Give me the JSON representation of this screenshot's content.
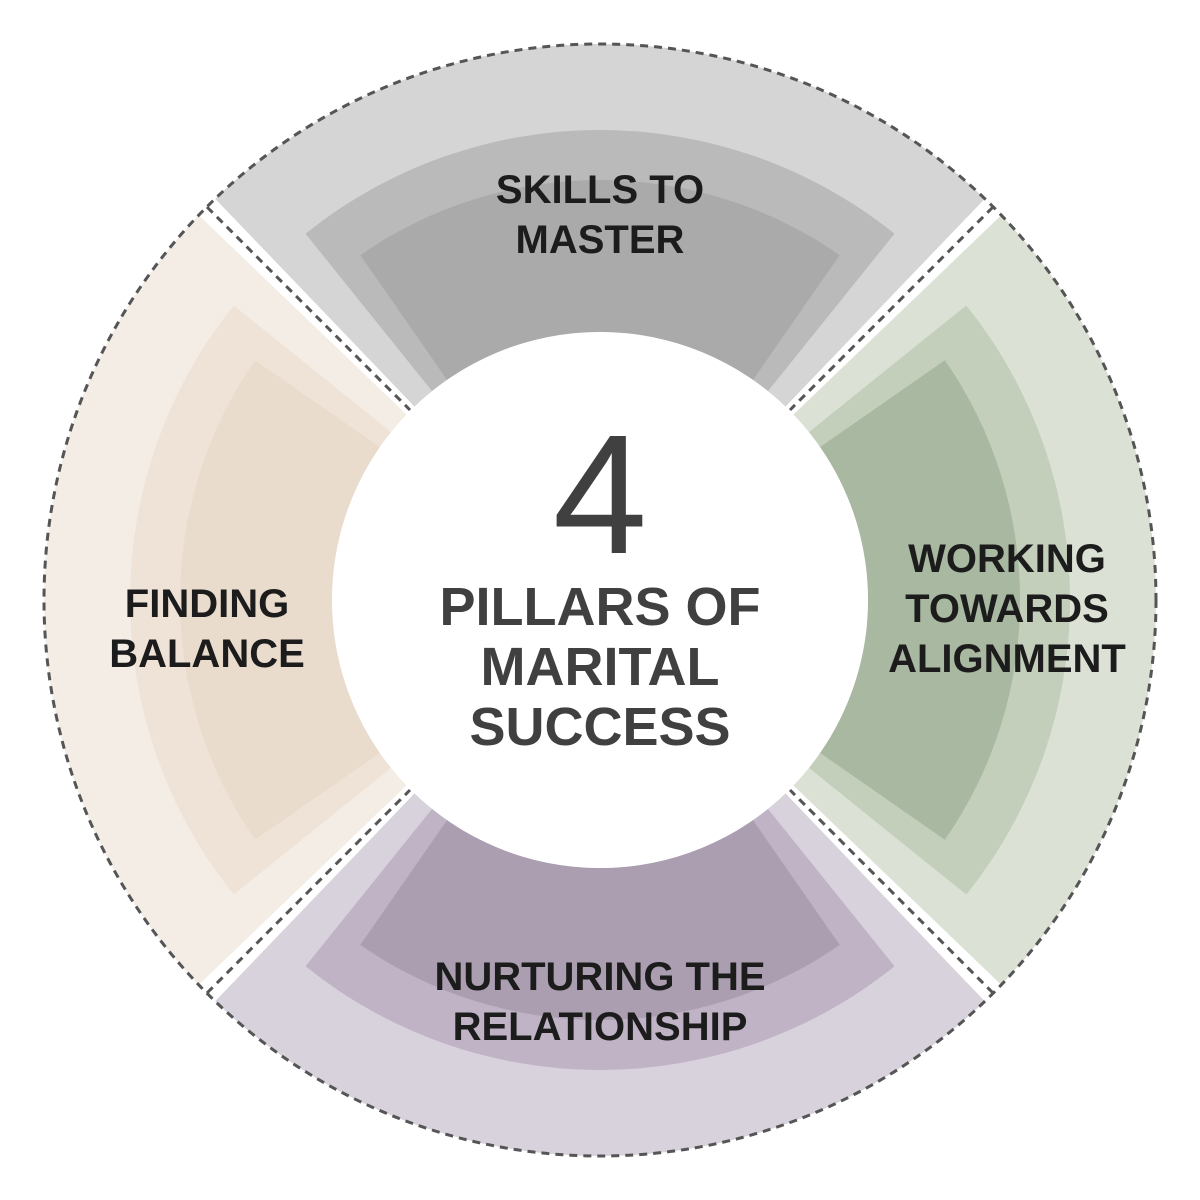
{
  "diagram": {
    "center": {
      "number": "4",
      "title_lines": [
        "PILLARS OF",
        "MARITAL",
        "SUCCESS"
      ]
    },
    "segments": [
      {
        "id": "top",
        "lines": [
          "SKILLS TO",
          "MASTER"
        ],
        "colors": {
          "outer": "#d5d5d5",
          "mid": "#bababa",
          "inner": "#aaaaaa"
        }
      },
      {
        "id": "right",
        "lines": [
          "WORKING",
          "TOWARDS",
          "ALIGNMENT"
        ],
        "colors": {
          "outer": "#dbe2d5",
          "mid": "#c3cebb",
          "inner": "#a9b8a0"
        }
      },
      {
        "id": "bottom",
        "lines": [
          "NURTURING THE",
          "RELATIONSHIP"
        ],
        "colors": {
          "outer": "#d8d2dc",
          "mid": "#bfb3c5",
          "inner": "#ab9eb0"
        }
      },
      {
        "id": "left",
        "lines": [
          "FINDING",
          "BALANCE"
        ],
        "colors": {
          "outer": "#f4ede6",
          "mid": "#efe3d7",
          "inner": "#eadccd"
        }
      }
    ],
    "divider_color": "#555555"
  }
}
